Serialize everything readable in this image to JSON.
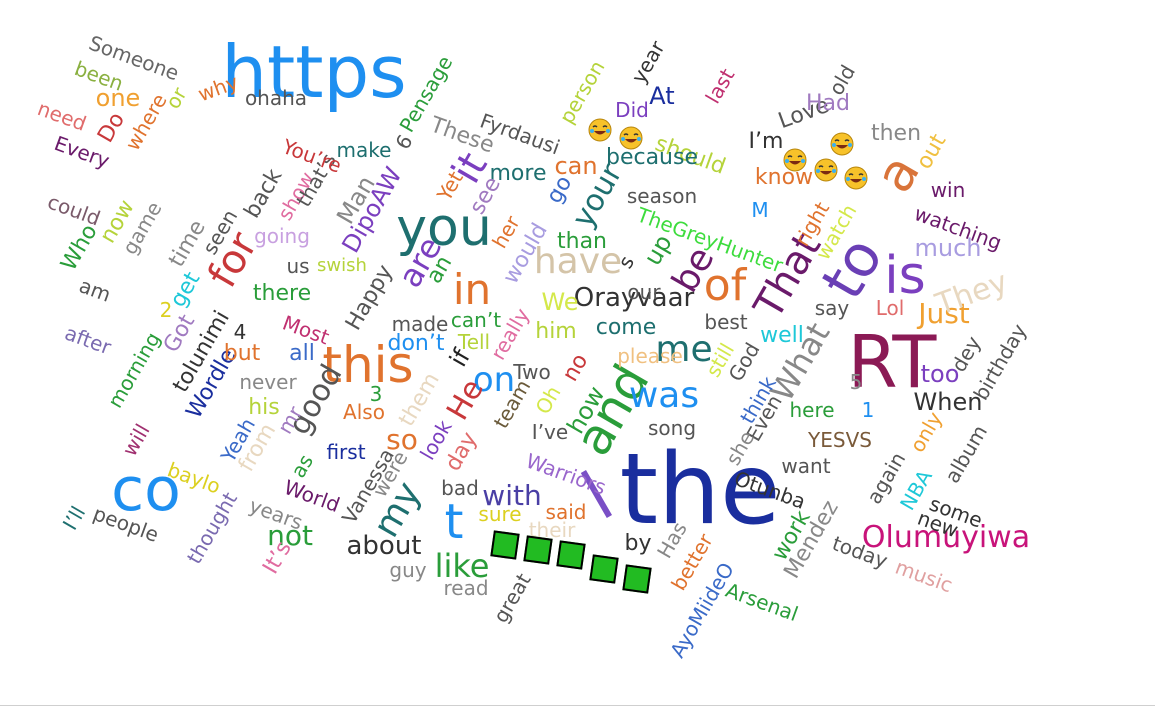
{
  "words": {
    "the": "the",
    "RT": "RT",
    "is": "is",
    "to": "to",
    "https": "https",
    "a": "a",
    "and": "and",
    "co": "co",
    "you": "you",
    "this": "this",
    "in": "in",
    "of": "of",
    "That": "That",
    "t": "t",
    "for": "for",
    "was": "was",
    "me": "me",
    "it": "it",
    "on": "on",
    "my": "my",
    "Olumuyiwa": "Olumuyiwa",
    "have": "have",
    "be": "be",
    "Orayvaar": "Orayvaar",
    "are": "are",
    "What": "What",
    "like": "like",
    "Just": "Just",
    "They": "They",
    "He": "He",
    "so": "so",
    "good": "good",
    "your": "your",
    "with": "with",
    "about": "about",
    "When": "When",
    "too": "too",
    "much": "much",
    "not": "not",
    "TheGreyHunter": "TheGreyHunter",
    "Otunba": "Otunba",
    "Mendez": "Mendez",
    "Warriors": "Warriors",
    "If_lower": "if",
    "DipoAW": "DipoAW",
    "Someone": "Someone",
    "been": "been",
    "one": "one",
    "need": "need",
    "Do": "Do",
    "where": "where",
    "or": "or",
    "Every": "Every",
    "why": "why",
    "ohaha": "ohaha",
    "Pensage": "Pensage",
    "6": "6",
    "make": "make",
    "Youre": "You’re",
    "These": "These",
    "Fyrdausi": "Fyrdausi",
    "person": "person",
    "Did": "Did",
    "year": "year",
    "At": "At",
    "last": "last",
    "should": "should",
    "because": "because",
    "can": "can",
    "more": "more",
    "go": "go",
    "Love": "Love",
    "Had": "Had",
    "old": "old",
    "then": "then",
    "out": "out",
    "Im": "I’m",
    "know": "know",
    "win": "win",
    "watching": "watching",
    "season": "season",
    "M": "M",
    "right": "right",
    "watch": "watch",
    "could": "could",
    "Who": "Who",
    "now": "now",
    "game": "game",
    "time": "time",
    "seen": "seen",
    "back": "back",
    "show": "show",
    "thats": "that’s",
    "Man": "Man",
    "Yet": "Yet",
    "see": "see",
    "her": "her",
    "would": "would",
    "than": "than",
    "up": "up",
    "s": "s",
    "our": "our",
    "am": "am",
    "going": "going",
    "us": "us",
    "swish": "swish",
    "there": "there",
    "an": "an",
    "We": "We",
    "say": "say",
    "Lol": "Lol",
    "after": "after",
    "2": "2",
    "get": "get",
    "Got": "Got",
    "tolunimi": "tolunimi",
    "Wordle": "Wordle",
    "4": "4",
    "morning": "morning",
    "but": "but",
    "Most": "Most",
    "all": "all",
    "Happy": "Happy",
    "made": "made",
    "dont": "don’t",
    "cant": "can’t",
    "Tell": "Tell",
    "really": "really",
    "him": "him",
    "come": "come",
    "best": "best",
    "please": "please",
    "still": "still",
    "God": "God",
    "well": "well",
    "dey": "dey",
    "birthday": "birthday",
    "never": "never",
    "mr": "mr",
    "3": "3",
    "Also": "Also",
    "them": "them",
    "Two": "Two",
    "no": "no",
    "Oh": "Oh",
    "how": "how",
    "think": "think",
    "here": "here",
    "1": "1",
    "5": "5",
    "will": "will",
    "his": "his",
    "from": "from",
    "Yeah": "Yeah",
    "first": "first",
    "look": "look",
    "team": "team",
    "Ive": "I’ve",
    "song": "song",
    "Even": "Even",
    "she": "she",
    "YESVS": "YESVS",
    "only": "only",
    "album": "album",
    "baylo": "baylo",
    "as": "as",
    "Vanessa": "Vanessa",
    "were": "were",
    "day": "day",
    "bad": "bad",
    "said": "said",
    "want": "want",
    "again": "again",
    "NBA": "NBA",
    "some": "some",
    "new": "new",
    "Ill": "I’ll",
    "people": "people",
    "thought": "thought",
    "years": "years",
    "World": "World",
    "sure": "sure",
    "their": "their",
    "Has": "Has",
    "by": "by",
    "work": "work",
    "today": "today",
    "music": "music",
    "Its": "It’s",
    "guy": "guy",
    "read": "read",
    "great": "great",
    "better": "better",
    "AyoMiideO": "AyoMiideO",
    "Arsenal": "Arsenal"
  },
  "emoji": {
    "name": "tears-of-joy-emoji",
    "count": 6
  },
  "green_squares": {
    "count": 5,
    "color": "#22bb22"
  }
}
